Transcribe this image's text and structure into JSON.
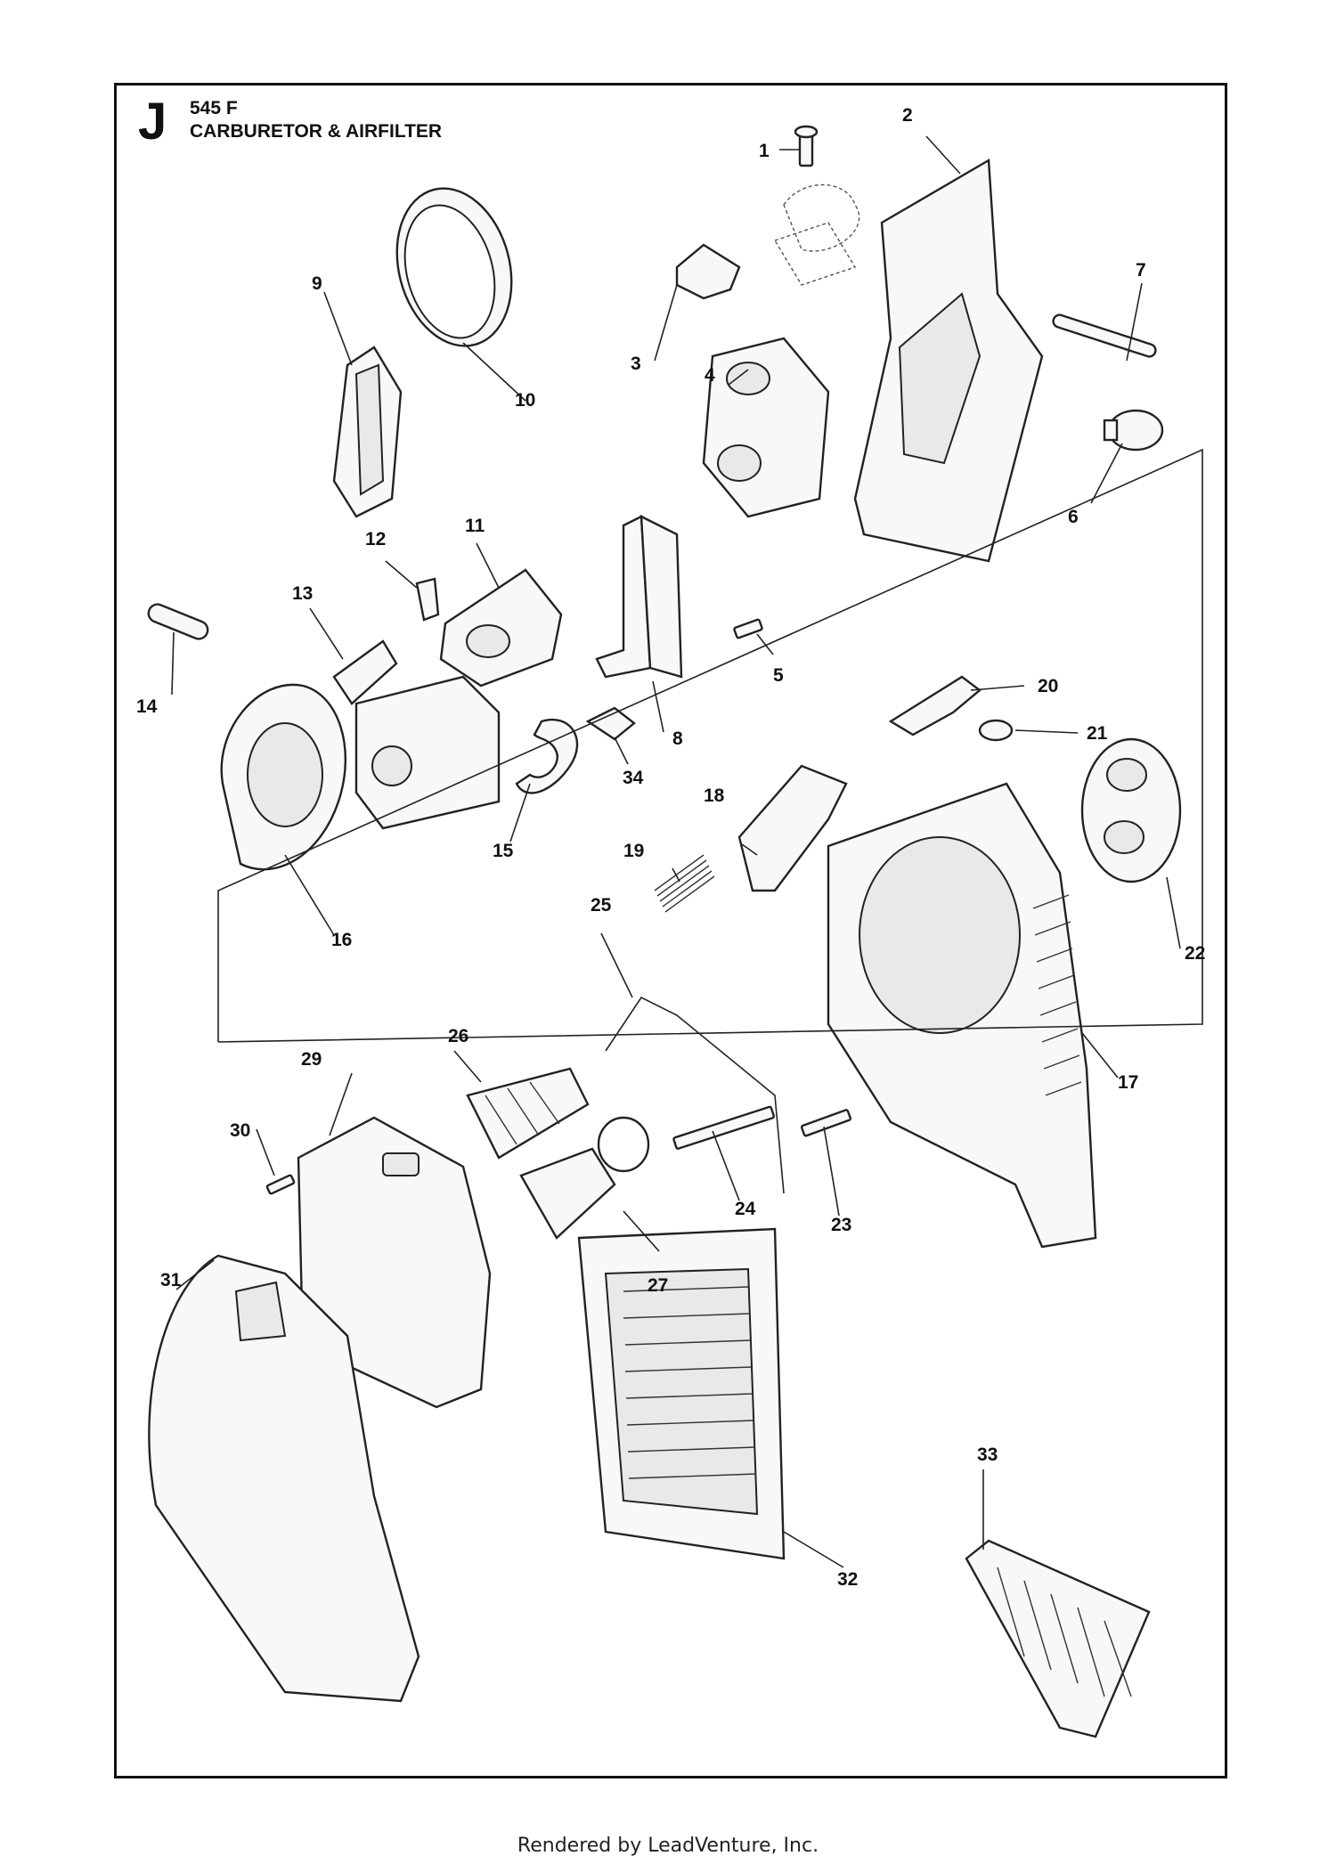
{
  "header": {
    "section_letter": "J",
    "model": "545 F",
    "title": "CARBURETOR & AIRFILTER"
  },
  "footer": {
    "text": "Rendered by LeadVenture, Inc."
  },
  "callouts": [
    "1",
    "2",
    "3",
    "4",
    "5",
    "6",
    "7",
    "8",
    "9",
    "10",
    "11",
    "12",
    "13",
    "14",
    "15",
    "16",
    "17",
    "18",
    "19",
    "20",
    "21",
    "22",
    "23",
    "24",
    "25",
    "26",
    "27",
    "29",
    "30",
    "31",
    "32",
    "33",
    "34"
  ]
}
